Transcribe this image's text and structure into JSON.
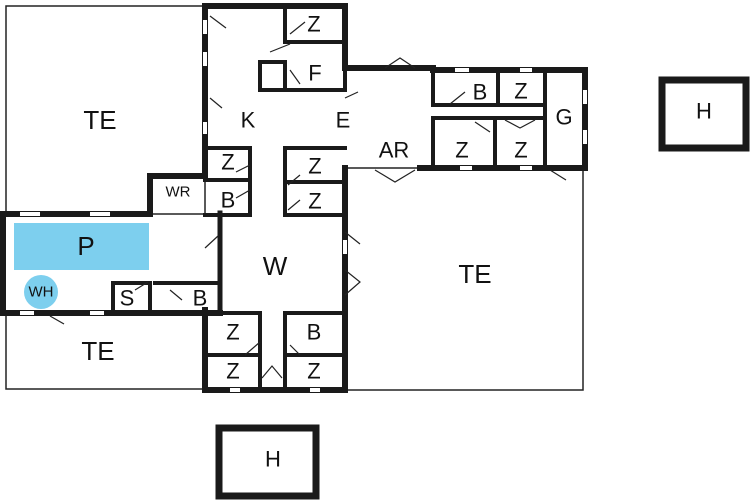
{
  "floorplan": {
    "rooms": {
      "terrace_top_left": "TE",
      "terrace_right": "TE",
      "terrace_bottom_left": "TE",
      "kitchen": "K",
      "dining": "E",
      "utility": "AR",
      "garage": "G",
      "pool": "P",
      "whirlpool": "WH",
      "wc": "WR",
      "sauna": "S",
      "living": "W",
      "pavilion_right": "H",
      "pavilion_bottom": "H",
      "bed_top_1": "Z",
      "storage_top": "F",
      "bath_top_right": "B",
      "bed_top_right": "Z",
      "bed_right_1": "Z",
      "bed_right_2": "Z",
      "bed_mid_left": "Z",
      "bath_mid_left": "B",
      "bed_mid_right_1": "Z",
      "bed_mid_right_2": "Z",
      "bath_pool": "B",
      "bed_bottom_1": "Z",
      "bed_bottom_2": "Z",
      "bath_bottom": "B",
      "bed_bottom_3": "Z"
    },
    "colors": {
      "pool": "#7dcfee",
      "whirlpool": "#7dcfee",
      "wall": "#1a1a1a"
    }
  }
}
